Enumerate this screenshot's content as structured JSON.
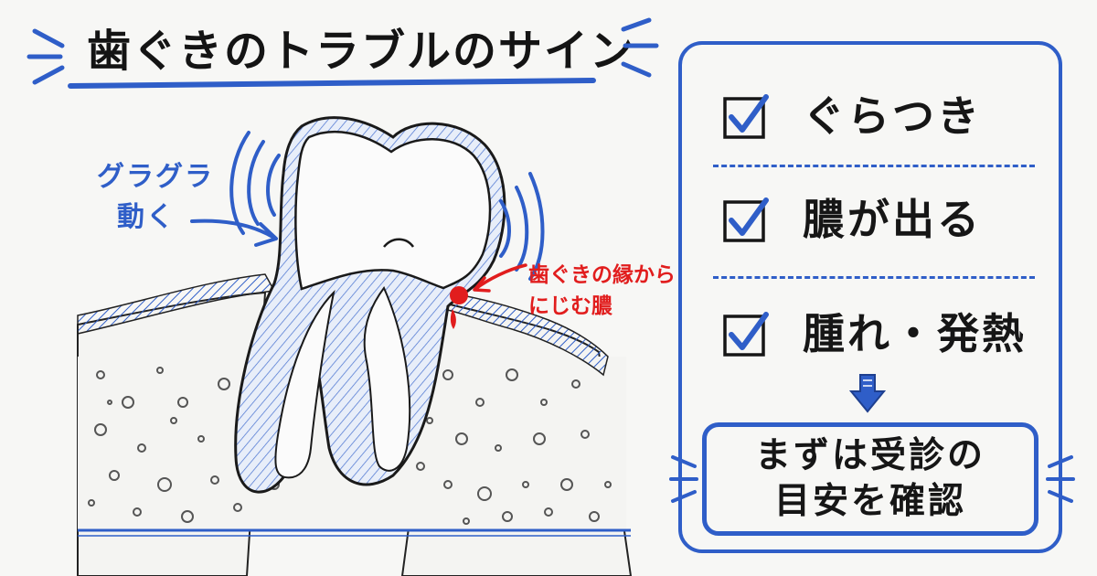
{
  "title": "歯ぐきのトラブルのサイン",
  "illustration": {
    "motion_callout": {
      "line1": "グラグラ",
      "line2": "動く"
    },
    "pus_callout": {
      "line1": "歯ぐきの縁から",
      "line2": "にじむ膿"
    }
  },
  "checklist": {
    "items": [
      {
        "label": "ぐらつき",
        "checked": true
      },
      {
        "label": "膿が出る",
        "checked": true
      },
      {
        "label": "腫れ・発熱",
        "checked": true
      }
    ],
    "action": {
      "line1": "まずは受診の",
      "line2": "目安を確認"
    }
  },
  "colors": {
    "accent_blue": "#2f5ec8",
    "ink": "#161616",
    "pus_red": "#e11d1d",
    "background": "#f7f7f5"
  }
}
